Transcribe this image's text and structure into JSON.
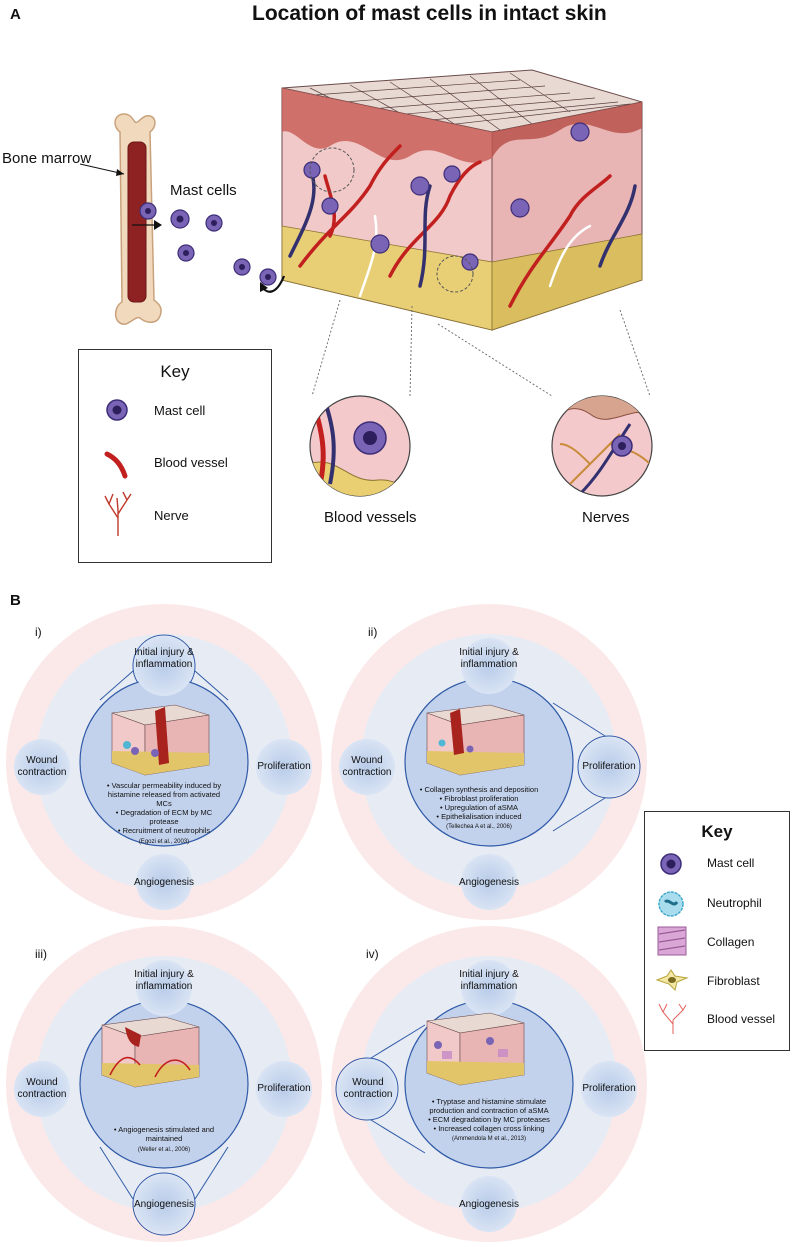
{
  "panel_a": {
    "letter": "A",
    "title": "Location of mast cells in intact skin",
    "bone_marrow_label": "Bone marrow",
    "mast_cells_label": "Mast cells",
    "blood_vessels_label": "Blood vessels",
    "nerves_label": "Nerves",
    "key": {
      "title": "Key",
      "items": [
        {
          "label": "Mast cell",
          "icon": "mast-cell-icon"
        },
        {
          "label": "Blood vessel",
          "icon": "blood-vessel-icon"
        },
        {
          "label": "Nerve",
          "icon": "nerve-icon"
        }
      ]
    }
  },
  "panel_b": {
    "letter": "B",
    "stages": {
      "injury": "Initial injury & inflammation",
      "proliferation": "Proliferation",
      "angiogenesis": "Angiogenesis",
      "contraction": "Wound contraction"
    },
    "diagrams": [
      {
        "roman": "i)",
        "highlight": "injury",
        "bullets": [
          "Vascular permeability induced by histamine released from activated MCs",
          "Degradation of ECM by MC protease",
          "Recruitment of neutrophils"
        ],
        "citation": "(Egozi et al., 2003)"
      },
      {
        "roman": "ii)",
        "highlight": "proliferation",
        "bullets": [
          "Collagen synthesis and deposition",
          "Fibroblast proliferation",
          "Upregulation of aSMA",
          "Epithelialisation induced"
        ],
        "citation": "(Tellechea A et al., 2006)"
      },
      {
        "roman": "iii)",
        "highlight": "angiogenesis",
        "bullets": [
          "Angiogenesis stimulated and maintained"
        ],
        "citation": "(Weller et al., 2006)"
      },
      {
        "roman": "iv)",
        "highlight": "contraction",
        "bullets": [
          "Tryptase and histamine stimulate production and contraction of aSMA",
          "ECM degradation by MC proteases",
          "Increased collagen cross linking"
        ],
        "citation": "(Ammendola M et al., 2013)"
      }
    ],
    "key": {
      "title": "Key",
      "items": [
        {
          "label": "Mast cell",
          "icon": "mast-cell-icon"
        },
        {
          "label": "Neutrophil",
          "icon": "neutrophil-icon"
        },
        {
          "label": "Collagen",
          "icon": "collagen-icon"
        },
        {
          "label": "Fibroblast",
          "icon": "fibroblast-icon"
        },
        {
          "label": "Blood vessel",
          "icon": "blood-vessel-icon"
        }
      ]
    }
  }
}
